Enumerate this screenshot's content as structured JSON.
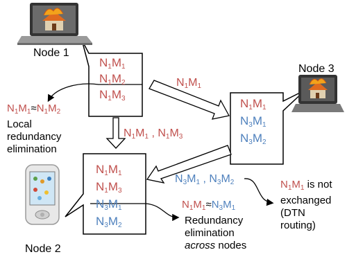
{
  "nodes": {
    "node1": {
      "label": "Node 1",
      "messages": [
        [
          "N",
          "1",
          "M",
          "1"
        ],
        [
          "N",
          "1",
          "M",
          "2"
        ],
        [
          "N",
          "1",
          "M",
          "3"
        ]
      ]
    },
    "node2": {
      "label": "Node 2",
      "messages": [
        [
          "N",
          "1",
          "M",
          "1"
        ],
        [
          "N",
          "1",
          "M",
          "3"
        ],
        [
          "N",
          "3",
          "M",
          "1"
        ],
        [
          "N",
          "3",
          "M",
          "2"
        ]
      ]
    },
    "node3": {
      "label": "Node 3",
      "messages": [
        [
          "N",
          "1",
          "M",
          "1"
        ],
        [
          "N",
          "3",
          "M",
          "1"
        ],
        [
          "N",
          "3",
          "M",
          "2"
        ]
      ]
    }
  },
  "transfers": {
    "n1_to_n3": "N1M1",
    "n1_to_n2": "N1M1 , N1M3",
    "n3_to_n2": "N3M1 , N3M2"
  },
  "notes": {
    "local": {
      "eq_left": "N1M1",
      "approx": "≈",
      "eq_right": "N1M2",
      "lines": [
        "Local",
        "redundancy",
        "elimination"
      ]
    },
    "across": {
      "eq_left": "N1M1",
      "approx": "≈",
      "eq_right": "N3M1",
      "lines": [
        "Redundancy",
        "elimination"
      ],
      "last_italic": "across",
      "last_rest": " nodes"
    },
    "not_exchanged": {
      "msg": "N1M1",
      "lines": [
        " is not",
        "exchanged",
        "(DTN",
        "routing)"
      ]
    }
  },
  "colors": {
    "node1_msg": "#c0504d",
    "node3_msg": "#4f81bd",
    "line": "#000000"
  },
  "icons": {
    "node1": "laptop-icon",
    "node2": "phone-icon",
    "node3": "laptop-icon"
  }
}
